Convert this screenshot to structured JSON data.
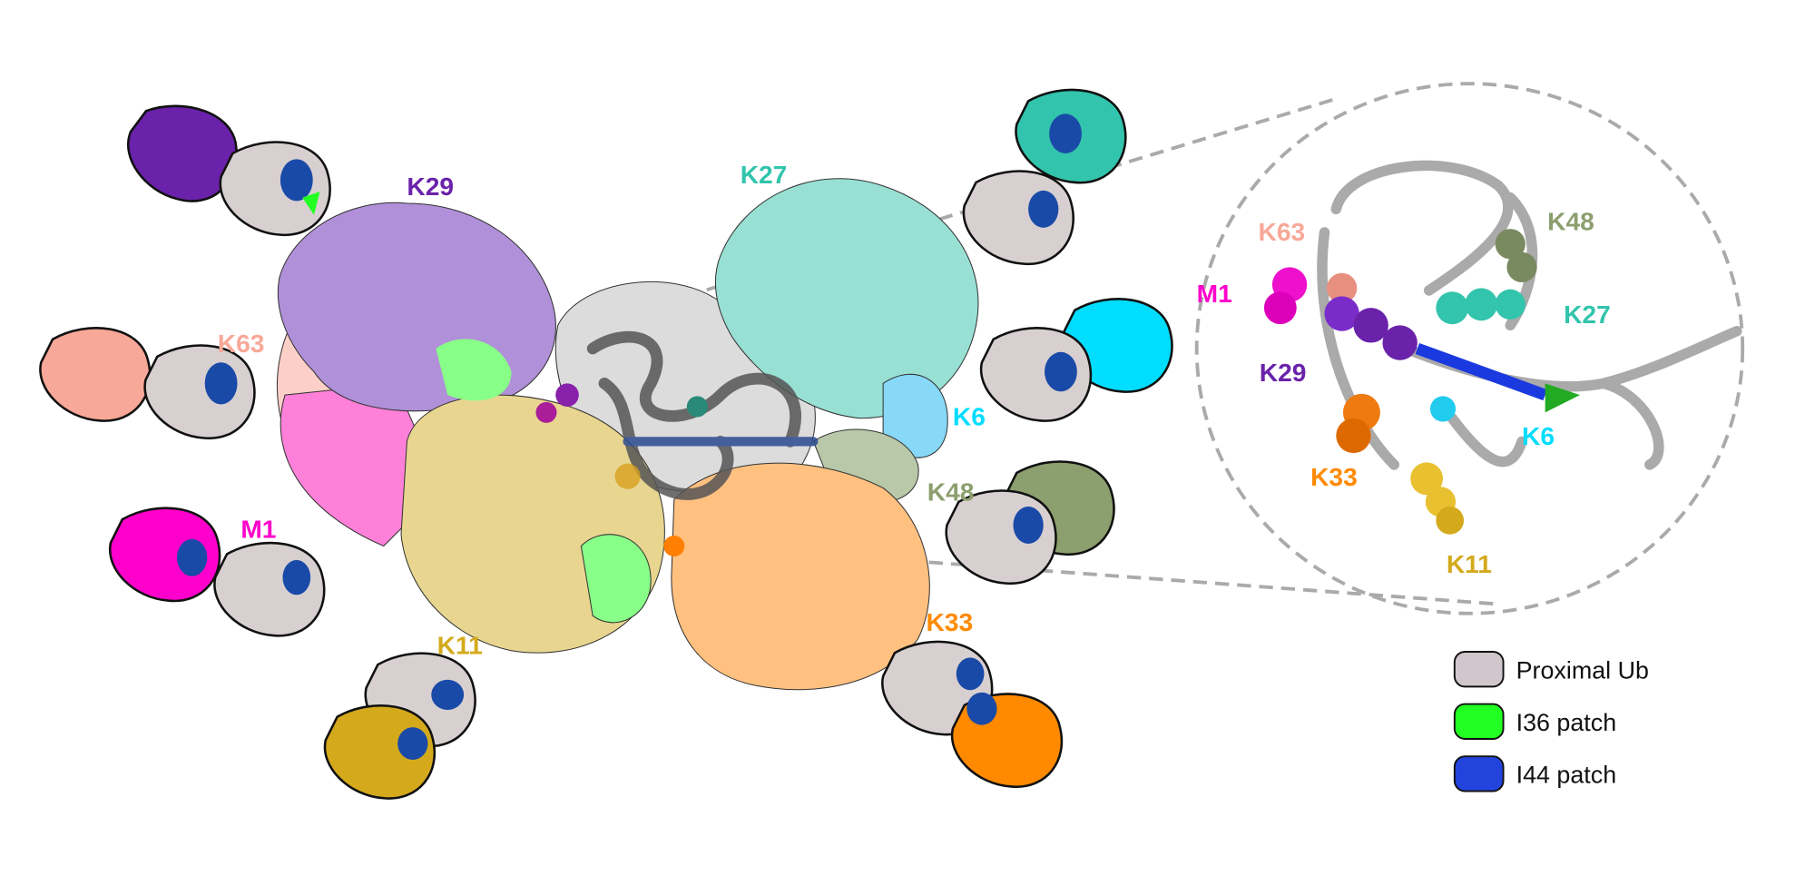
{
  "colors": {
    "proximal": "#d8d0d0",
    "i36": "#22ff22",
    "i44": "#1a4aa8",
    "M1": "#ff00cc",
    "K6": "#00ddff",
    "K11": "#d4aa1c",
    "K27": "#32c4ac",
    "K29": "#6a22aa",
    "K33": "#ff8a00",
    "K48": "#8c9f6e",
    "K63": "#f8a898"
  },
  "linkages": {
    "K29": "K29",
    "K27": "K27",
    "K63": "K63",
    "M1": "M1",
    "K11": "K11",
    "K33": "K33",
    "K6": "K6",
    "K48": "K48"
  },
  "inset_labels": {
    "K63": "K63",
    "M1": "M1",
    "K29": "K29",
    "K48": "K48",
    "K27": "K27",
    "K6": "K6",
    "K33": "K33",
    "K11": "K11"
  },
  "legend": [
    {
      "label": "Proximal Ub",
      "color": "#d0c6cc"
    },
    {
      "label": "I36 patch",
      "color": "#22ff22"
    },
    {
      "label": "I44 patch",
      "color": "#2244dd"
    }
  ]
}
